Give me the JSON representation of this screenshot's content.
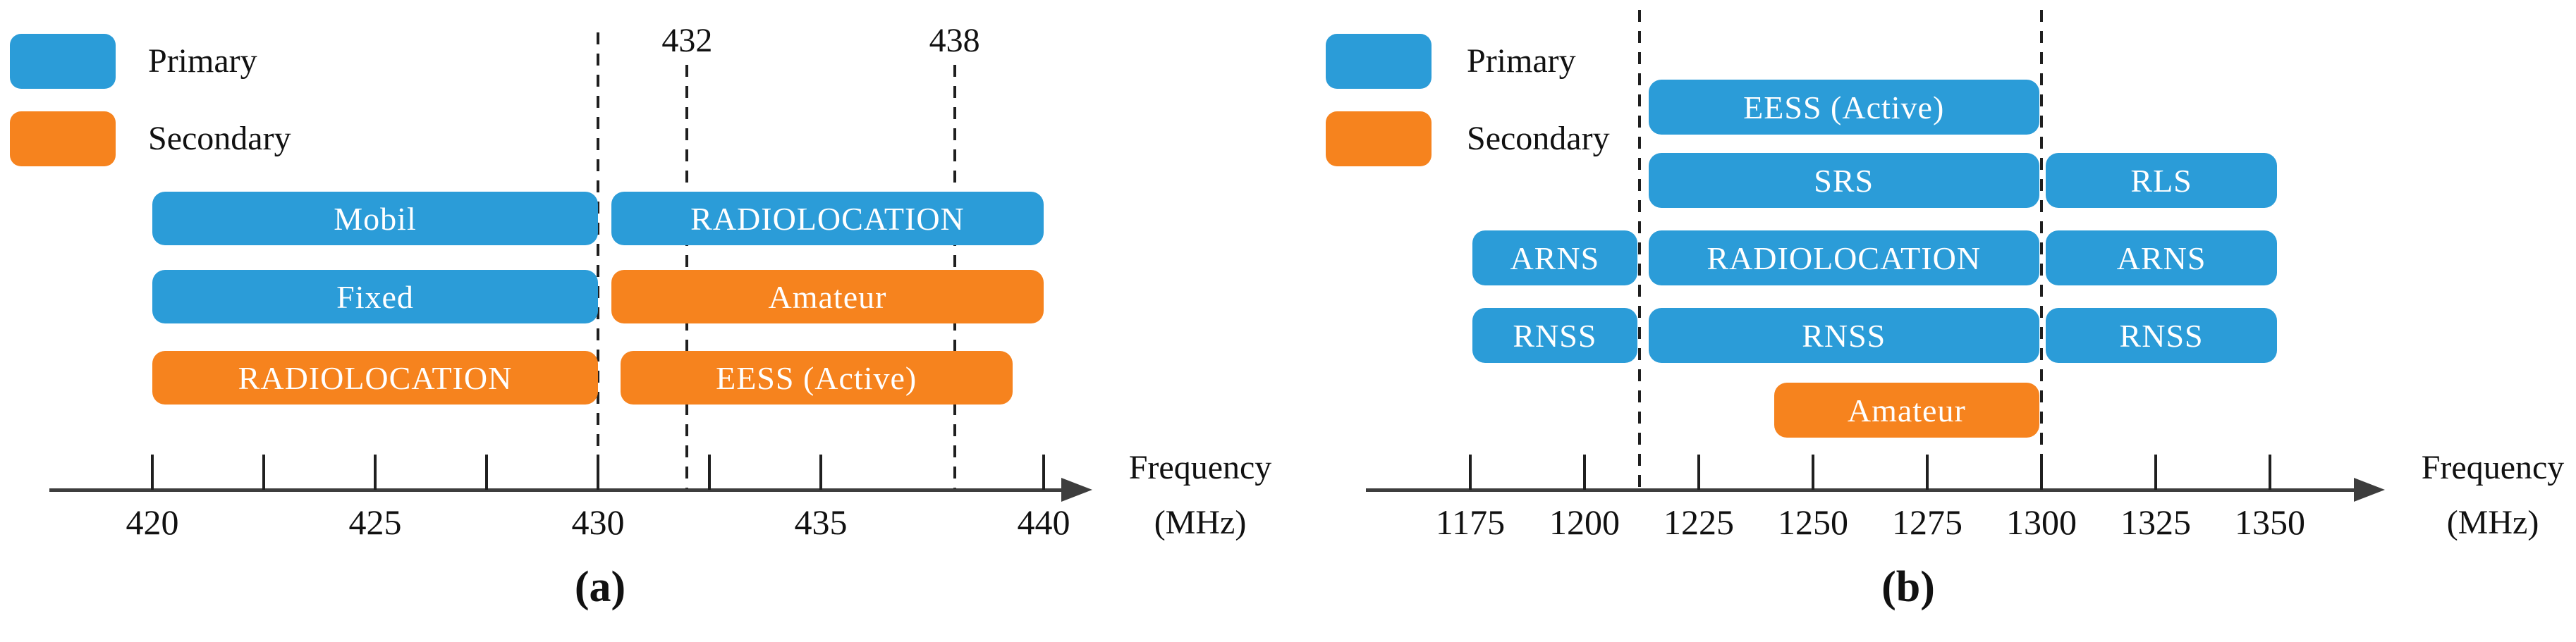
{
  "colors": {
    "primary": "#2b9cd8",
    "secondary": "#f6831e",
    "axis": "#3d3d3d",
    "tick_and_dash": "#1f1f1f",
    "bar_text": "#ffffff",
    "text": "#111111"
  },
  "chart_data": [
    {
      "id": "a",
      "type": "bar",
      "caption": "(a)",
      "axis_label_lines": [
        "Frequency",
        "(MHz)"
      ],
      "x_axis": {
        "unit": "MHz",
        "min": 418,
        "max": 441,
        "grid": false
      },
      "legend": [
        {
          "service": "primary",
          "label": "Primary"
        },
        {
          "service": "secondary",
          "label": "Secondary"
        }
      ],
      "dashed_lines": [
        {
          "f": 430
        },
        {
          "f": 432,
          "label": "432"
        },
        {
          "f": 438,
          "label": "438"
        }
      ],
      "ticks": [
        {
          "f": 420,
          "label": "420"
        },
        {
          "f": 422.5
        },
        {
          "f": 425,
          "label": "425"
        },
        {
          "f": 427.5
        },
        {
          "f": 430,
          "label": "430"
        },
        {
          "f": 432.5
        },
        {
          "f": 435,
          "label": "435"
        },
        {
          "f": 440,
          "label": "440"
        }
      ],
      "rows": [
        {
          "bars": [
            {
              "label": "Mobil",
              "service": "primary",
              "f_start": 420,
              "f_end": 430
            },
            {
              "label": "RADIOLOCATION",
              "service": "primary",
              "f_start": 430.3,
              "f_end": 440
            }
          ]
        },
        {
          "bars": [
            {
              "label": "Fixed",
              "service": "primary",
              "f_start": 420,
              "f_end": 430
            },
            {
              "label": "Amateur",
              "service": "secondary",
              "f_start": 430.3,
              "f_end": 440
            }
          ]
        },
        {
          "bars": [
            {
              "label": "RADIOLOCATION",
              "service": "secondary",
              "f_start": 420,
              "f_end": 430
            },
            {
              "label": "EESS (Active)",
              "service": "secondary",
              "f_start": 430.5,
              "f_end": 439.3
            }
          ]
        }
      ]
    },
    {
      "id": "b",
      "type": "bar",
      "caption": "(b)",
      "axis_label_lines": [
        "Frequency",
        "(MHz)"
      ],
      "x_axis": {
        "unit": "MHz",
        "min": 1152,
        "max": 1375,
        "grid": false
      },
      "legend": [
        {
          "service": "primary",
          "label": "Primary"
        },
        {
          "service": "secondary",
          "label": "Secondary"
        }
      ],
      "dashed_lines": [
        {
          "f": 1212
        },
        {
          "f": 1300
        }
      ],
      "ticks": [
        {
          "f": 1175,
          "label": "1175"
        },
        {
          "f": 1200,
          "label": "1200"
        },
        {
          "f": 1225,
          "label": "1225"
        },
        {
          "f": 1250,
          "label": "1250"
        },
        {
          "f": 1275,
          "label": "1275"
        },
        {
          "f": 1300,
          "label": "1300"
        },
        {
          "f": 1325,
          "label": "1325"
        },
        {
          "f": 1350,
          "label": "1350"
        }
      ],
      "rows": [
        {
          "bars": [
            {
              "label": "EESS (Active)",
              "service": "primary",
              "f_start": 1214,
              "f_end": 1299.5
            }
          ]
        },
        {
          "bars": [
            {
              "label": "SRS",
              "service": "primary",
              "f_start": 1214,
              "f_end": 1299.5
            },
            {
              "label": "RLS",
              "service": "primary",
              "f_start": 1301,
              "f_end": 1351.5
            }
          ]
        },
        {
          "bars": [
            {
              "label": "ARNS",
              "service": "primary",
              "f_start": 1175.5,
              "f_end": 1211.5
            },
            {
              "label": "RADIOLOCATION",
              "service": "primary",
              "f_start": 1214,
              "f_end": 1299.5
            },
            {
              "label": "ARNS",
              "service": "primary",
              "f_start": 1301,
              "f_end": 1351.5
            }
          ]
        },
        {
          "bars": [
            {
              "label": "RNSS",
              "service": "primary",
              "f_start": 1175.5,
              "f_end": 1211.5
            },
            {
              "label": "RNSS",
              "service": "primary",
              "f_start": 1214,
              "f_end": 1299.5
            },
            {
              "label": "RNSS",
              "service": "primary",
              "f_start": 1301,
              "f_end": 1351.5
            }
          ]
        },
        {
          "bars": [
            {
              "label": "Amateur",
              "service": "secondary",
              "f_start": 1241.5,
              "f_end": 1299.5
            }
          ]
        }
      ]
    }
  ]
}
